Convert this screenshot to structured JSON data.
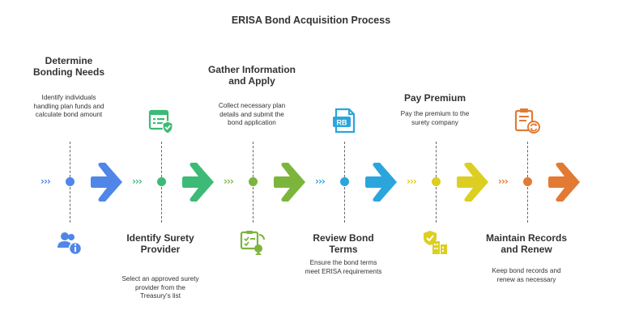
{
  "title": "ERISA Bond Acquisition Process",
  "steps": [
    {
      "heading": "Determine Bonding Needs",
      "description": "Identify individuals handling plan funds and calculate bond amount",
      "color": "#4f86e8",
      "icon": "users-info-icon"
    },
    {
      "heading": "Identify Surety Provider",
      "description": "Select an approved surety provider from the Treasury's list",
      "color": "#3dba76",
      "icon": "checklist-verified-icon"
    },
    {
      "heading": "Gather Information and Apply",
      "description": "Collect necessary plan details and submit the bond application",
      "color": "#7cb53c",
      "icon": "document-apply-icon"
    },
    {
      "heading": "Review Bond Terms",
      "description": "Ensure the bond terms meet ERISA requirements",
      "color": "#2aa6dd",
      "icon": "rb-document-icon"
    },
    {
      "heading": "Pay Premium",
      "description": "Pay the premium to the surety company",
      "color": "#dccf22",
      "icon": "payment-shield-icon"
    },
    {
      "heading": "Maintain Records and Renew",
      "description": "Keep bond records and renew as necessary",
      "color": "#e27a33",
      "icon": "clipboard-renew-icon"
    }
  ]
}
